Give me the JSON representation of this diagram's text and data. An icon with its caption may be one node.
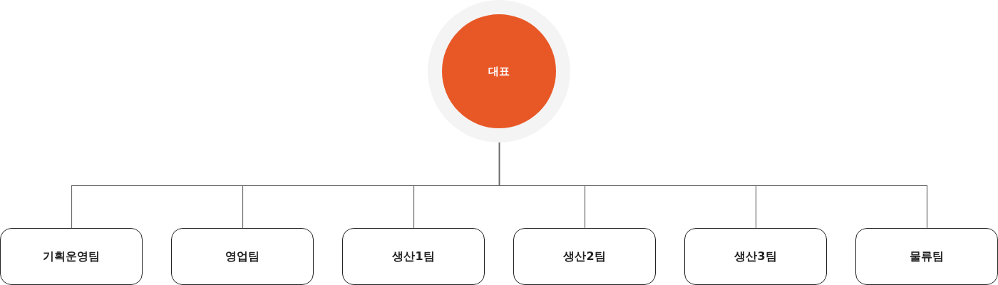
{
  "diagram": {
    "nodes": [
      {
        "text": [
          "대표"
        ]
      },
      {
        "text": [
          "기획운영팀"
        ]
      },
      {
        "text": [
          "영업팀"
        ]
      },
      {
        "text": [
          "생산1팀"
        ]
      },
      {
        "text": [
          "생산2팀"
        ]
      },
      {
        "text": [
          "생산3팀"
        ]
      },
      {
        "text": [
          "물류팀"
        ]
      }
    ],
    "edges": [
      {
        "from": 0,
        "to": 1,
        "arrow": "none"
      },
      {
        "from": 0,
        "to": 2,
        "arrow": "none"
      },
      {
        "from": 0,
        "to": 3,
        "arrow": "none"
      },
      {
        "from": 0,
        "to": 4,
        "arrow": "none"
      },
      {
        "from": 0,
        "to": 5,
        "arrow": "none"
      },
      {
        "from": 0,
        "to": 6,
        "arrow": "none"
      }
    ]
  }
}
